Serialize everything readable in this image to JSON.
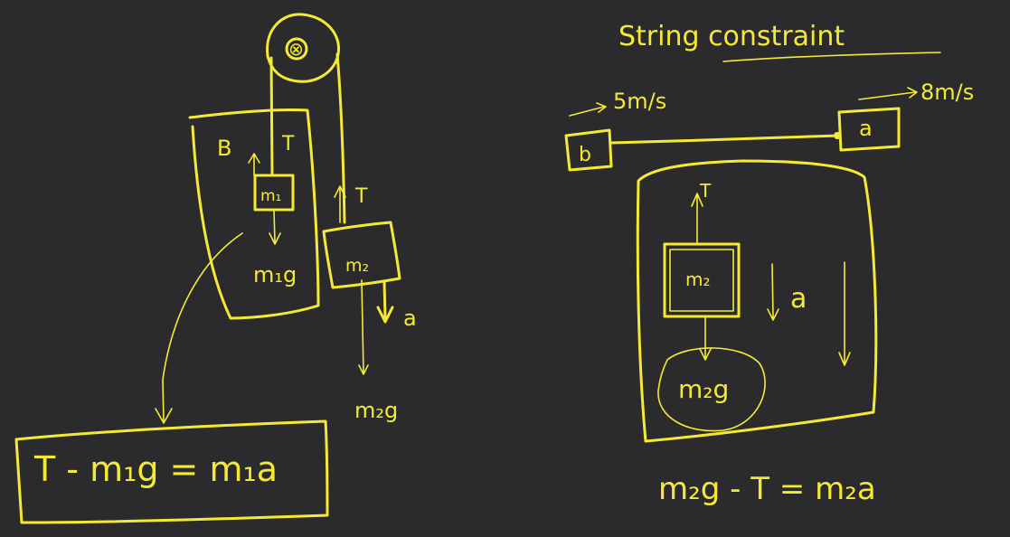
{
  "colors": {
    "background": "#2b2b2d",
    "ink": "#f4ea35"
  },
  "left": {
    "pulley_mark": "⊗",
    "block_b_label": "B",
    "m1_label": "m₁",
    "m1_up_label": "T",
    "m1_weight_label": "m₁g",
    "m2_label": "m₂",
    "m2_up_label": "T",
    "m2_accel_label": "a",
    "m2_weight_label": "m₂g",
    "equation": "T - m₁g = m₁a"
  },
  "right": {
    "title": "String constraint",
    "b_velocity": "5m/s",
    "a_velocity": "8m/s",
    "block_b": "b",
    "block_a": "a",
    "tension_label": "T",
    "m2_label": "m₂",
    "accel_label": "a",
    "weight_label": "m₂g",
    "equation": "m₂g - T = m₂a"
  }
}
